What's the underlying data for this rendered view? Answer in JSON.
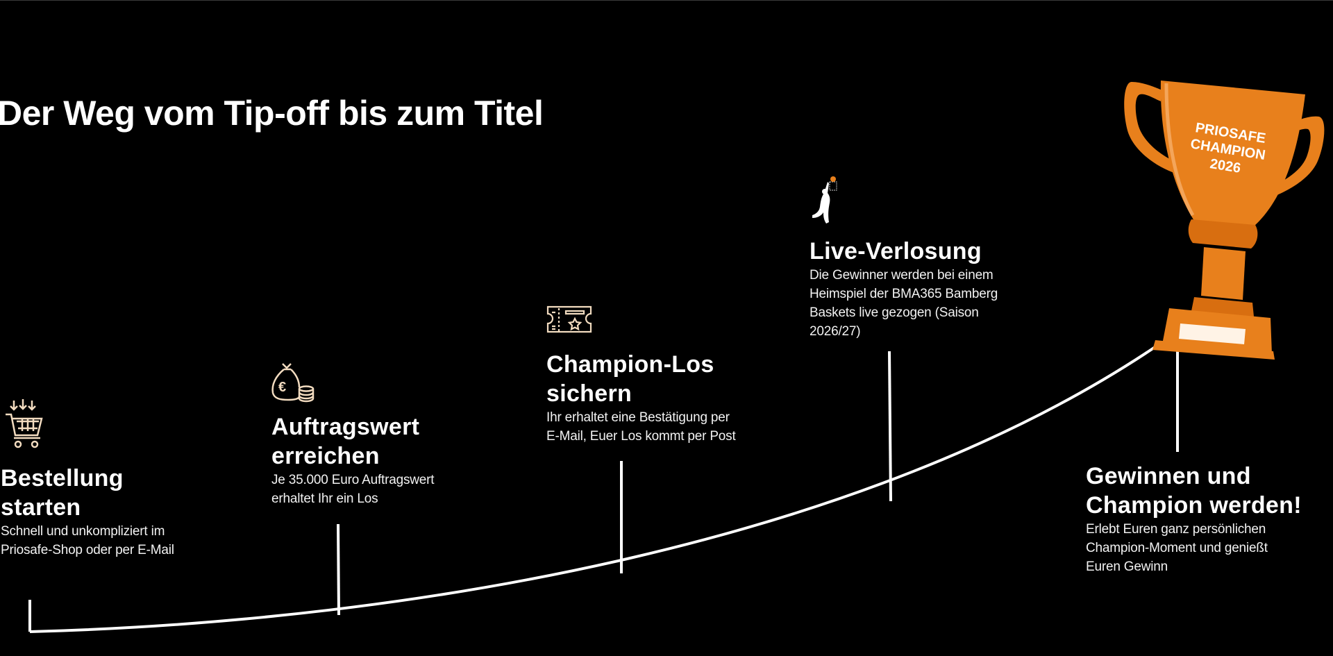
{
  "title": "Der Weg vom Tip-off bis zum Titel",
  "colors": {
    "accent": "#E8801C",
    "icon_stroke": "#F3DCC0",
    "background": "#000000"
  },
  "trophy": {
    "engraving": [
      "PRIOSAFE",
      "CHAMPION",
      "2026"
    ]
  },
  "steps": [
    {
      "icon": "shopping-cart-icon",
      "heading": [
        "Bestellung",
        "starten"
      ],
      "text": [
        "Schnell und unkompliziert im",
        "Priosafe-Shop oder per E-Mail"
      ]
    },
    {
      "icon": "money-bag-icon",
      "heading": [
        "Auftragswert",
        "erreichen"
      ],
      "text": [
        "Je 35.000 Euro Auftragswert",
        "erhaltet Ihr ein Los"
      ]
    },
    {
      "icon": "ticket-icon",
      "heading": [
        "Champion-Los",
        "sichern"
      ],
      "text": [
        "Ihr erhaltet eine Bestätigung per",
        "E-Mail, Euer Los kommt per Post"
      ]
    },
    {
      "icon": "basketball-player-icon",
      "heading": [
        "Live-Verlosung"
      ],
      "text": [
        "Die Gewinner werden bei einem",
        "Heimspiel der BMA365 Bamberg",
        "Baskets live gezogen (Saison",
        "2026/27)"
      ]
    },
    {
      "icon": "trophy-icon",
      "heading": [
        "Gewinnen und",
        "Champion werden!"
      ],
      "text": [
        "Erlebt Euren ganz persönlichen",
        "Champion-Moment und genießt",
        "Euren Gewinn"
      ]
    }
  ]
}
